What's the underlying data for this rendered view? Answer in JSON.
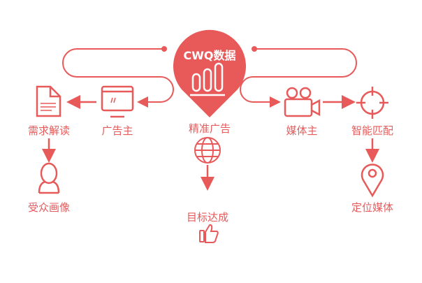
{
  "accent": "#e85a5a",
  "center": {
    "title": "CWQ数据",
    "label": "精准广告",
    "goal": "目标达成"
  },
  "left": {
    "advertiser": "广告主",
    "needs": "需求解读",
    "audience": "受众画像"
  },
  "right": {
    "media": "媒体主",
    "match": "智能匹配",
    "position": "定位媒体"
  }
}
